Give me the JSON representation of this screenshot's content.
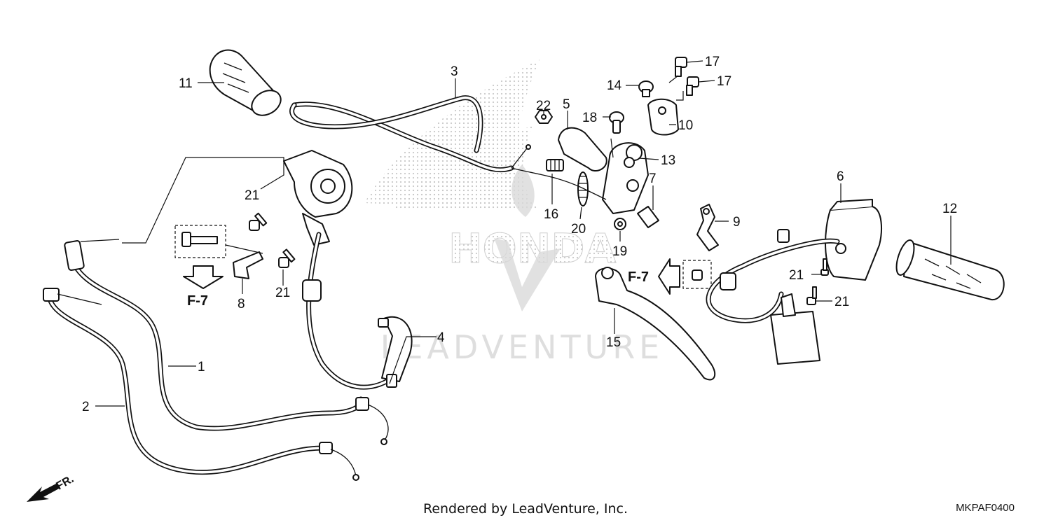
{
  "callouts": [
    {
      "id": "1",
      "label": "1"
    },
    {
      "id": "2",
      "label": "2"
    },
    {
      "id": "3",
      "label": "3"
    },
    {
      "id": "4",
      "label": "4"
    },
    {
      "id": "5",
      "label": "5"
    },
    {
      "id": "6",
      "label": "6"
    },
    {
      "id": "7",
      "label": "7"
    },
    {
      "id": "8",
      "label": "8"
    },
    {
      "id": "9",
      "label": "9"
    },
    {
      "id": "10",
      "label": "10"
    },
    {
      "id": "11",
      "label": "11"
    },
    {
      "id": "12",
      "label": "12"
    },
    {
      "id": "13",
      "label": "13"
    },
    {
      "id": "14",
      "label": "14"
    },
    {
      "id": "15",
      "label": "15"
    },
    {
      "id": "16",
      "label": "16"
    },
    {
      "id": "17a",
      "label": "17"
    },
    {
      "id": "17b",
      "label": "17"
    },
    {
      "id": "18",
      "label": "18"
    },
    {
      "id": "19",
      "label": "19"
    },
    {
      "id": "20",
      "label": "20"
    },
    {
      "id": "21a",
      "label": "21"
    },
    {
      "id": "21b",
      "label": "21"
    },
    {
      "id": "21c",
      "label": "21"
    },
    {
      "id": "21d",
      "label": "21"
    },
    {
      "id": "22",
      "label": "22"
    }
  ],
  "refs": {
    "left": "F-7",
    "right": "F-7"
  },
  "direction": "FR.",
  "watermark": {
    "brand": "HONDA",
    "vendor": "LEADVENTURE"
  },
  "footer": "Rendered by LeadVenture, Inc.",
  "diagram_code": "MKPAF0400"
}
